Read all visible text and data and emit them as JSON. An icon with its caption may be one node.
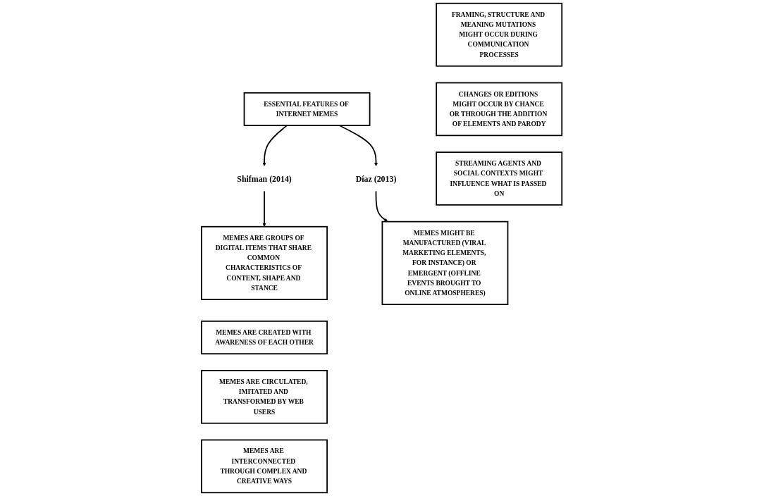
{
  "diagram": {
    "nodes": [
      {
        "text": [
          "ESSENTIAL FEATURES OF INTERNET MEMES"
        ]
      },
      {
        "text": [
          "Shifman (2014)"
        ]
      },
      {
        "text": [
          "Díaz (2013)"
        ]
      },
      {
        "text": [
          "MEMES ARE GROUPS OF DIGITAL ITEMS THAT SHARE COMMON CHARACTERISTICS OF CONTENT, SHAPE AND STANCE"
        ]
      },
      {
        "text": [
          "MEMES ARE CREATED WITH AWARENESS OF EACH OTHER"
        ]
      },
      {
        "text": [
          "MEMES ARE CIRCULATED, IMITATED AND TRANSFORMED BY WEB USERS"
        ]
      },
      {
        "text": [
          "MEMES ARE INTERCONNECTED THROUGH COMPLEX AND CREATIVE WAYS"
        ]
      },
      {
        "text": [
          "FRAMING, STRUCTURE AND MEANING MUTATIONS MIGHT OCCUR DURING COMMUNICATION PROCESSES"
        ]
      },
      {
        "text": [
          "CHANGES OR EDITIONS MIGHT OCCUR BY CHANCE OR THROUGH THE ADDITION OF ELEMENTS AND PARODY"
        ]
      },
      {
        "text": [
          "STREAMING AGENTS AND SOCIAL CONTEXTS MIGHT INFLUENCE WHAT IS PASSED ON"
        ]
      },
      {
        "text": [
          "MEMES MIGHT BE MANUFACTURED (VIRAL MARKETING ELEMENTS, FOR INSTANCE) OR EMERGENT (OFFLINE EVENTS BROUGHT TO ONLINE ATMOSPHERES)"
        ]
      }
    ],
    "edges": [
      {
        "from": 0,
        "to": 1,
        "arrow": "to"
      },
      {
        "from": 1,
        "to": 3,
        "arrow": "to"
      },
      {
        "from": 0,
        "to": 2,
        "arrow": "to"
      },
      {
        "from": 2,
        "to": 10,
        "arrow": "to"
      }
    ]
  }
}
